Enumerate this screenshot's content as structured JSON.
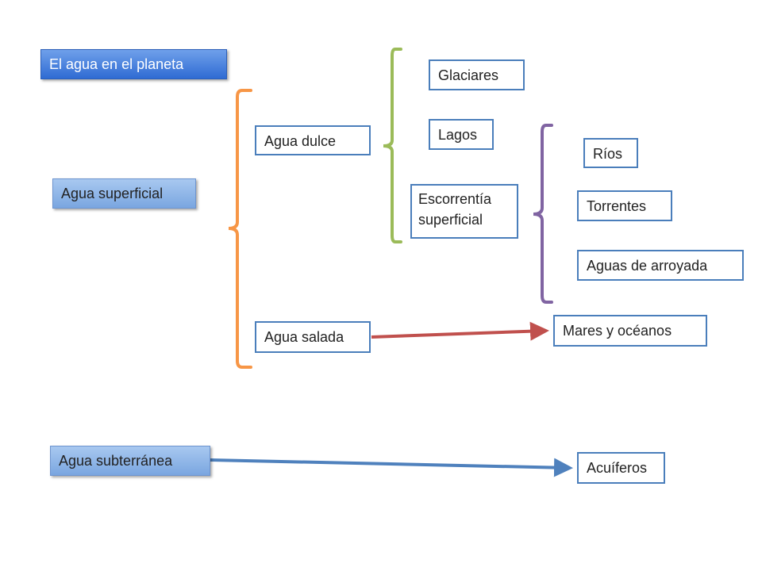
{
  "title": "El agua en el planeta",
  "nodes": {
    "superficial": "Agua superficial",
    "subterranea": "Agua subterránea",
    "dulce": "Agua dulce",
    "salada": "Agua salada",
    "glaciares": "Glaciares",
    "lagos": "Lagos",
    "escorrentia": "Escorrentía superficial",
    "rios": "Ríos",
    "torrentes": "Torrentes",
    "arroyada": "Aguas de arroyada",
    "mares": "Mares y océanos",
    "acuiferos": "Acuíferos"
  },
  "colors": {
    "orange_brace": "#f79646",
    "green_brace": "#9bbb59",
    "purple_brace": "#8064a2",
    "red_arrow": "#c0504d",
    "blue_arrow": "#4f81bd"
  }
}
